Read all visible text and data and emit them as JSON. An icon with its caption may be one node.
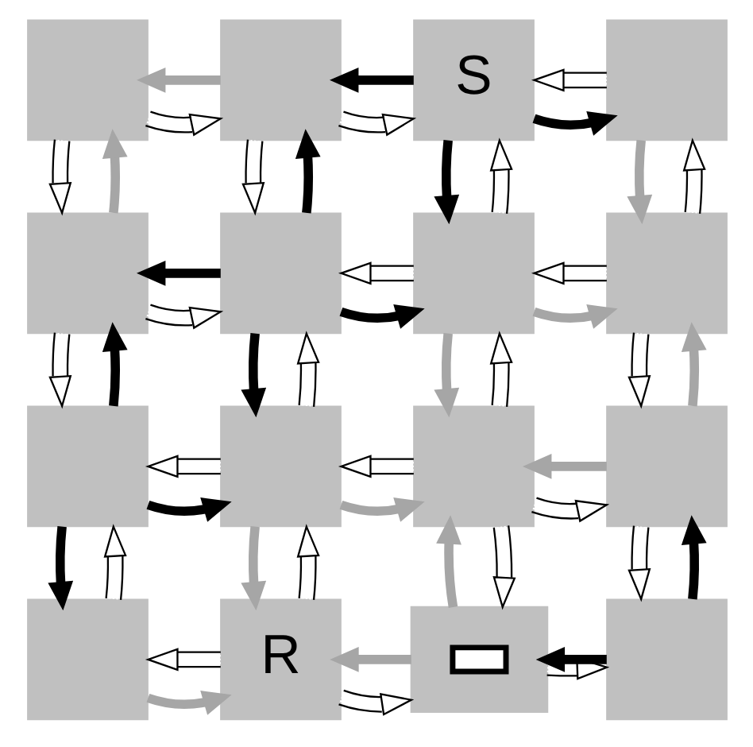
{
  "diagram": {
    "nodes": [
      {
        "text": [],
        "shape": "box"
      },
      {
        "text": [],
        "shape": "box"
      },
      {
        "text": [
          "S"
        ]
      },
      {
        "text": [],
        "shape": "box"
      },
      {
        "text": [],
        "shape": "box"
      },
      {
        "text": [],
        "shape": "box"
      },
      {
        "text": [],
        "shape": "box"
      },
      {
        "text": [],
        "shape": "box"
      },
      {
        "text": [],
        "shape": "box"
      },
      {
        "text": [],
        "shape": "box"
      },
      {
        "text": [],
        "shape": "box"
      },
      {
        "text": [],
        "shape": "box"
      },
      {
        "text": [],
        "shape": "box"
      },
      {
        "text": [
          "R"
        ]
      },
      {
        "text": [],
        "shape": "box"
      },
      {
        "text": [],
        "shape": "box",
        "in": 14
      },
      {
        "text": [],
        "shape": "box"
      }
    ],
    "edges": [
      {
        "from": 0,
        "to": 1,
        "arrow": "to"
      },
      {
        "from": 1,
        "to": 0,
        "arrow": "to",
        "style": "thick",
        "color": "#a6a6a6"
      },
      {
        "from": 1,
        "to": 2,
        "arrow": "to"
      },
      {
        "from": 2,
        "to": 1,
        "arrow": "to",
        "style": "thick",
        "color": "#000000"
      },
      {
        "from": 2,
        "to": 3,
        "arrow": "to",
        "style": "thick",
        "color": "#000000"
      },
      {
        "from": 3,
        "to": 2,
        "arrow": "to"
      },
      {
        "from": 0,
        "to": 4,
        "arrow": "to"
      },
      {
        "from": 4,
        "to": 0,
        "arrow": "to",
        "style": "thick",
        "color": "#a6a6a6"
      },
      {
        "from": 1,
        "to": 5,
        "arrow": "to"
      },
      {
        "from": 5,
        "to": 1,
        "arrow": "to",
        "style": "thick",
        "color": "#000000"
      },
      {
        "from": 2,
        "to": 6,
        "arrow": "to",
        "style": "thick",
        "color": "#000000"
      },
      {
        "from": 6,
        "to": 2,
        "arrow": "to"
      },
      {
        "from": 3,
        "to": 7,
        "arrow": "to",
        "style": "thick",
        "color": "#a6a6a6"
      },
      {
        "from": 7,
        "to": 3,
        "arrow": "to"
      },
      {
        "from": 4,
        "to": 5,
        "arrow": "to"
      },
      {
        "from": 5,
        "to": 4,
        "arrow": "to",
        "style": "thick",
        "color": "#000000"
      },
      {
        "from": 5,
        "to": 6,
        "arrow": "to",
        "style": "thick",
        "color": "#000000"
      },
      {
        "from": 6,
        "to": 5,
        "arrow": "to"
      },
      {
        "from": 6,
        "to": 7,
        "arrow": "to",
        "style": "thick",
        "color": "#a6a6a6"
      },
      {
        "from": 7,
        "to": 6,
        "arrow": "to"
      },
      {
        "from": 4,
        "to": 8,
        "arrow": "to"
      },
      {
        "from": 8,
        "to": 4,
        "arrow": "to",
        "style": "thick",
        "color": "#000000"
      },
      {
        "from": 5,
        "to": 9,
        "arrow": "to",
        "style": "thick",
        "color": "#000000"
      },
      {
        "from": 9,
        "to": 5,
        "arrow": "to"
      },
      {
        "from": 6,
        "to": 10,
        "arrow": "to",
        "style": "thick",
        "color": "#a6a6a6"
      },
      {
        "from": 10,
        "to": 6,
        "arrow": "to"
      },
      {
        "from": 7,
        "to": 11,
        "arrow": "to"
      },
      {
        "from": 11,
        "to": 7,
        "arrow": "to",
        "style": "thick",
        "color": "#a6a6a6"
      },
      {
        "from": 8,
        "to": 9,
        "arrow": "to",
        "style": "thick",
        "color": "#000000"
      },
      {
        "from": 9,
        "to": 8,
        "arrow": "to"
      },
      {
        "from": 9,
        "to": 10,
        "arrow": "to",
        "style": "thick",
        "color": "#a6a6a6"
      },
      {
        "from": 10,
        "to": 9,
        "arrow": "to"
      },
      {
        "from": 10,
        "to": 11,
        "arrow": "to"
      },
      {
        "from": 11,
        "to": 10,
        "arrow": "to",
        "style": "thick",
        "color": "#a6a6a6"
      },
      {
        "from": 8,
        "to": 12,
        "arrow": "to",
        "style": "thick",
        "color": "#000000"
      },
      {
        "from": 12,
        "to": 8,
        "arrow": "to"
      },
      {
        "from": 9,
        "to": 13,
        "arrow": "to",
        "style": "thick",
        "color": "#a6a6a6"
      },
      {
        "from": 13,
        "to": 9,
        "arrow": "to"
      },
      {
        "from": 10,
        "to": 14,
        "arrow": "to"
      },
      {
        "from": 14,
        "to": 10,
        "arrow": "to",
        "style": "thick",
        "color": "#a6a6a6"
      },
      {
        "from": 11,
        "to": 16,
        "arrow": "to"
      },
      {
        "from": 16,
        "to": 11,
        "arrow": "to",
        "style": "thick",
        "color": "#000000"
      },
      {
        "from": 12,
        "to": 13,
        "arrow": "to",
        "style": "thick",
        "color": "#a6a6a6"
      },
      {
        "from": 13,
        "to": 12,
        "arrow": "to"
      },
      {
        "from": 13,
        "to": 14,
        "arrow": "to"
      },
      {
        "from": 14,
        "to": 13,
        "arrow": "to",
        "style": "thick",
        "color": "#a6a6a6"
      },
      {
        "from": 14,
        "to": 16,
        "arrow": "to"
      },
      {
        "from": 16,
        "to": 14,
        "arrow": "to",
        "style": "thick",
        "color": "#000000"
      }
    ]
  }
}
